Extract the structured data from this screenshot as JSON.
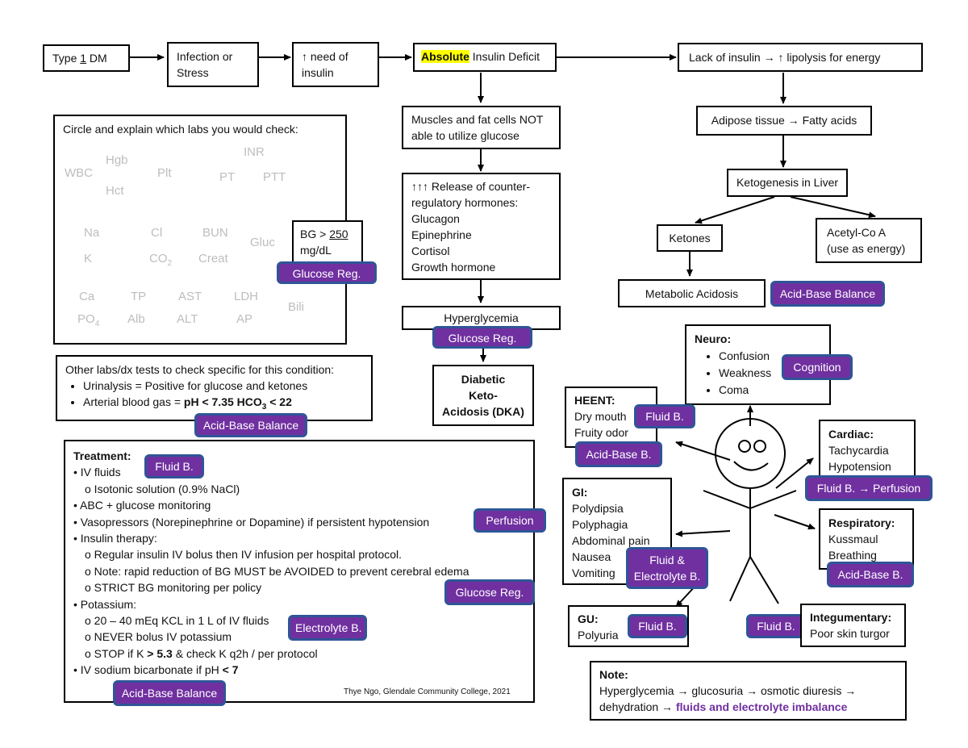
{
  "colors": {
    "tag_fill": "#7030a0",
    "tag_border": "#2f5597",
    "highlight": "#ffff00",
    "lab_gray": "#bdbdbd"
  },
  "flow": {
    "type1_pre": "Type ",
    "type1_num": "1",
    "type1_post": " DM",
    "infection": "Infection or Stress",
    "need_insulin": "↑ need of insulin",
    "absolute": "Absolute",
    "insulin_deficit": " Insulin Deficit",
    "lack_insulin": "Lack of insulin → ↑ lipolysis for energy",
    "muscles": "Muscles and fat cells NOT able to utilize glucose",
    "release_l1": "↑↑↑ Release of counter-regulatory hormones:",
    "hormones": [
      "Glucagon",
      "Epinephrine",
      "Cortisol",
      "Growth hormone"
    ],
    "hyperglycemia": "Hyperglycemia",
    "dka_l1": "Diabetic",
    "dka_l2": "Keto-",
    "dka_l3": "Acidosis (DKA)",
    "adipose": "Adipose tissue → Fatty acids",
    "ketogenesis": "Ketogenesis in Liver",
    "ketones": "Ketones",
    "acetyl_l1": "Acetyl-Co A",
    "acetyl_l2": "(use as energy)",
    "metabolic_acidosis": "Metabolic Acidosis"
  },
  "labs": {
    "title": "Circle and explain which labs you would check:",
    "cbc": {
      "wbc": "WBC",
      "hgb": "Hgb",
      "plt": "Plt",
      "hct": "Hct"
    },
    "coag": {
      "inr": "INR",
      "pt": "PT",
      "ptt": "PTT"
    },
    "bmp": {
      "na": "Na",
      "cl": "Cl",
      "bun": "BUN",
      "gluc": "Gluc",
      "k": "K",
      "co2": "CO",
      "co2_sub": "2",
      "creat": "Creat"
    },
    "cmp": {
      "ca": "Ca",
      "tp": "TP",
      "ast": "AST",
      "ldh": "LDH",
      "bili": "Bili",
      "po4": "PO",
      "po4_sub": "4",
      "alb": "Alb",
      "alt": "ALT",
      "ap": "AP"
    },
    "bg_pre": "BG > ",
    "bg_num": "250",
    "bg_unit": "mg/dL"
  },
  "other_labs": {
    "title": "Other labs/dx tests to check specific for this condition:",
    "items": [
      "Urinalysis = Positive for glucose and ketones"
    ],
    "abg_pre": "Arterial blood gas = ",
    "abg_val": "pH < 7.35 HCO",
    "abg_sub": "3",
    "abg_end": " < 22"
  },
  "treatment": {
    "title": "Treatment:",
    "iv_fluids": "IV fluids",
    "isotonic": "o Isotonic solution (0.9% NaCl)",
    "abc": "ABC + glucose monitoring",
    "vaso": "Vasopressors (Norepinephrine or Dopamine) if persistent hypotension",
    "insulin": "Insulin therapy:",
    "insulin_1": "o Regular insulin IV bolus then IV infusion per hospital protocol.",
    "insulin_2": "o Note: rapid reduction of BG MUST be AVOIDED to prevent cerebral edema",
    "insulin_3": "o STRICT BG monitoring per policy",
    "potassium": "Potassium:",
    "pot_1": "o 20 – 40 mEq KCL in 1 L of IV fluids",
    "pot_2": "o NEVER bolus IV potassium",
    "pot_3_pre": "o STOP if K ",
    "pot_3_bold": "> 5.3",
    "pot_3_post": " & check K q2h / per protocol",
    "bicarb_pre": "IV sodium bicarbonate if pH ",
    "bicarb_bold": "< 7",
    "credit": "Thye Ngo, Glendale Community College,  2021"
  },
  "body": {
    "neuro_title": "Neuro:",
    "neuro_items": [
      "Confusion",
      "Weakness",
      "Coma"
    ],
    "heent_title": "HEENT:",
    "heent_1": "Dry mouth",
    "heent_2": "Fruity odor",
    "cardiac_title": "Cardiac:",
    "cardiac_1": "Tachycardia",
    "cardiac_2": "Hypotension",
    "gi_title": "GI:",
    "gi_items": [
      "Polydipsia",
      "Polyphagia",
      "Abdominal pain",
      "Nausea",
      "Vomiting"
    ],
    "resp_title": "Respiratory:",
    "resp_1": "Kussmaul",
    "resp_2": "Breathing",
    "gu_title": "GU:",
    "gu_1": "Polyuria",
    "integ_title": "Integumentary:",
    "integ_1": "Poor skin turgor"
  },
  "note": {
    "title": "Note:",
    "line1": "Hyperglycemia → glucosuria → osmotic diuresis →",
    "line2_pre": "dehydration → ",
    "line2_bold": "fluids and electrolyte imbalance"
  },
  "tags": {
    "glucose_reg_1": "Glucose Reg.",
    "glucose_reg_2": "Glucose Reg.",
    "glucose_reg_3": "Glucose Reg.",
    "acid_base_1": "Acid-Base Balance",
    "acid_base_2": "Acid-Base Balance",
    "acid_base_3": "Acid-Base Balance",
    "cognition": "Cognition",
    "fluid_heent": "Fluid B.",
    "acid_heent": "Acid-Base B.",
    "fluid_perfusion": "Fluid B. → Perfusion",
    "fluid_electrolyte": "Fluid & Electrolyte B.",
    "acid_resp": "Acid-Base B.",
    "fluid_gu": "Fluid B.",
    "fluid_integ": "Fluid B.",
    "fluid_treat": "Fluid B.",
    "perfusion": "Perfusion",
    "electrolyte": "Electrolyte B."
  }
}
